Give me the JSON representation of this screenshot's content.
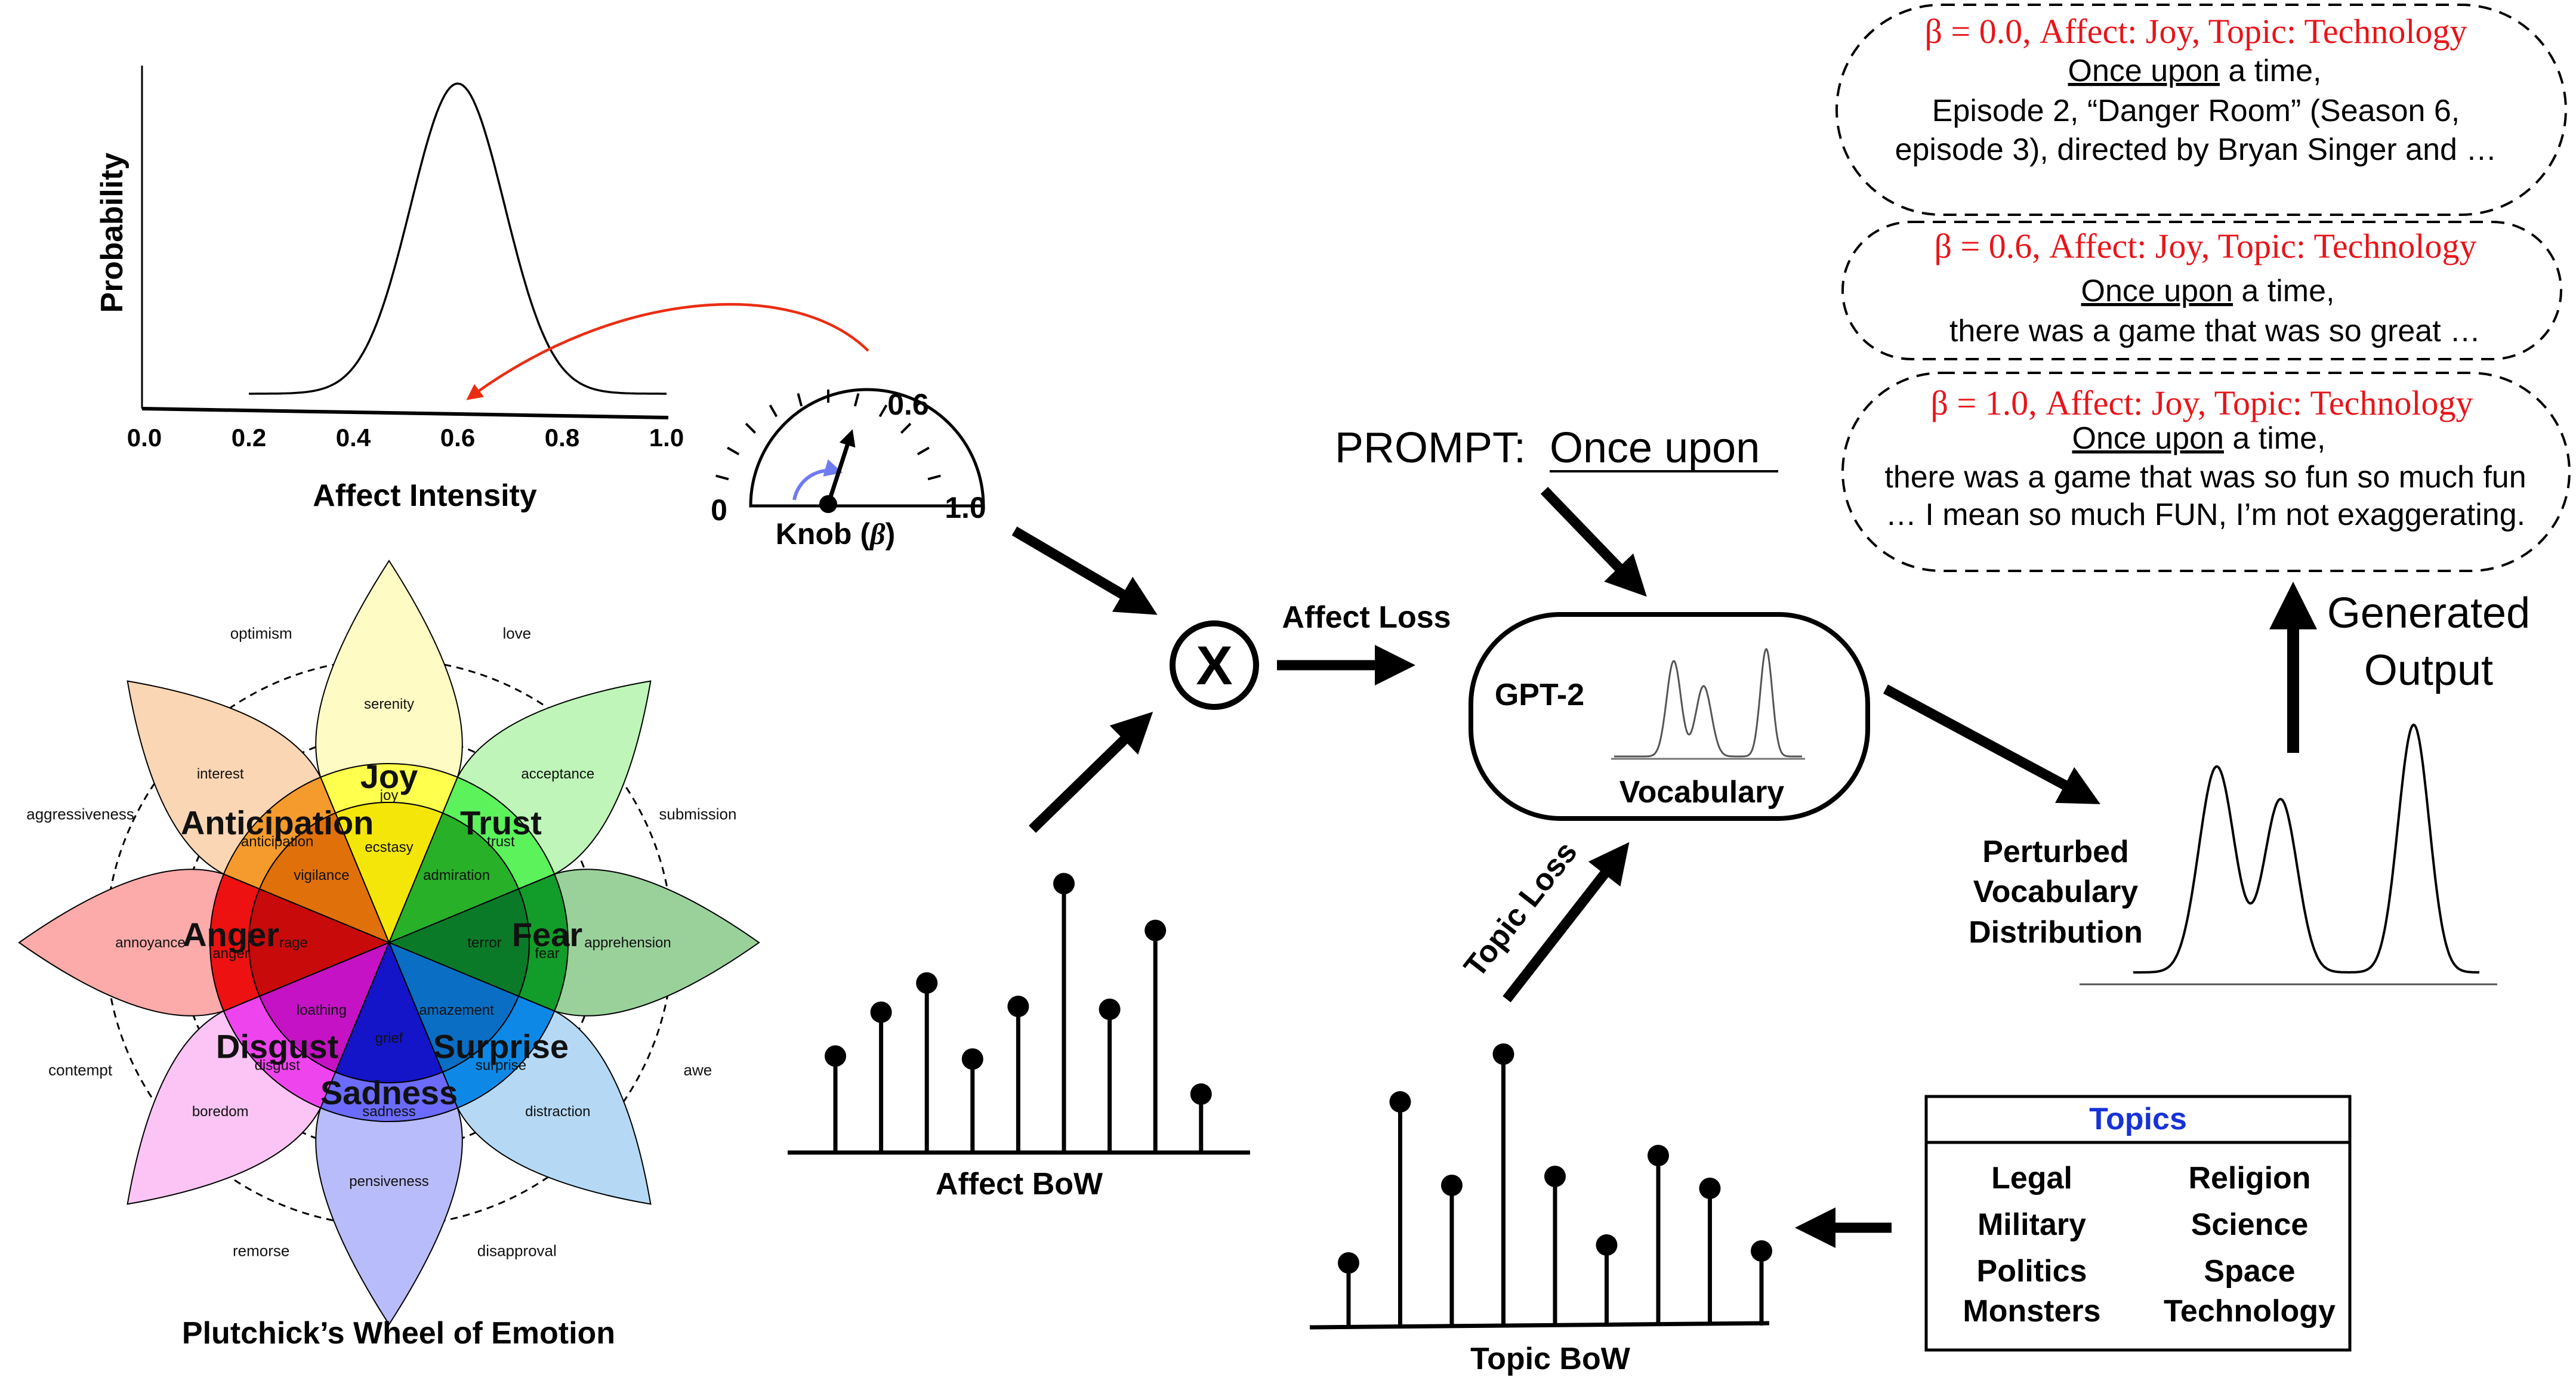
{
  "affect_curve": {
    "ylabel": "Probability",
    "xlabel": "Affect Intensity",
    "ticks": [
      "0.0",
      "0.2",
      "0.4",
      "0.6",
      "0.8",
      "1.0"
    ],
    "mean": 0.6,
    "sd": 0.09,
    "x_start": 0.2,
    "x_end": 1.0
  },
  "knob": {
    "label": "Knob (",
    "beta": "β",
    "close": ")",
    "min": "0",
    "max": "1.0",
    "value": "0.6",
    "level": 0.6
  },
  "wheel": {
    "caption": "Plutchick’s Wheel of Emotion",
    "primary": [
      "Joy",
      "Trust",
      "Fear",
      "Surprise",
      "Sadness",
      "Disgust",
      "Anger",
      "Anticipation"
    ],
    "intense": [
      "ecstasy",
      "admiration",
      "terror",
      "amazement",
      "grief",
      "loathing",
      "rage",
      "vigilance"
    ],
    "basic": [
      "joy",
      "trust",
      "fear",
      "surprise",
      "sadness",
      "disgust",
      "anger",
      "anticipation"
    ],
    "mild": [
      "serenity",
      "acceptance",
      "apprehension",
      "distraction",
      "pensiveness",
      "boredom",
      "annoyance",
      "interest"
    ],
    "dyads": [
      "love",
      "submission",
      "awe",
      "disapproval",
      "remorse",
      "contempt",
      "aggressiveness",
      "optimism"
    ],
    "colors": {
      "outer": [
        "#fffbc4",
        "#bff5b8",
        "#9ad19b",
        "#b5d9f5",
        "#b9bcfa",
        "#fbc4f4",
        "#fcaaaa",
        "#fbd6b4"
      ],
      "mid": [
        "#ffff4d",
        "#5cf25c",
        "#129c2a",
        "#0e88e6",
        "#6b6bff",
        "#ee44ee",
        "#ee1111",
        "#f59a2c"
      ],
      "inner": [
        "#f5e60a",
        "#28b028",
        "#0a7a28",
        "#0a6ec4",
        "#1414c8",
        "#c412c4",
        "#c80a0a",
        "#e0700a"
      ]
    }
  },
  "affect_bow": {
    "label": "Affect BoW",
    "values": [
      0.33,
      0.48,
      0.58,
      0.32,
      0.5,
      0.92,
      0.49,
      0.76,
      0.2
    ]
  },
  "multiply_symbol": "X",
  "affect_loss": "Affect Loss",
  "topic_loss": "Topic Loss",
  "prompt": {
    "label": "PROMPT:",
    "text": "Once upon"
  },
  "gpt": {
    "name": "GPT-2",
    "vocab": "Vocabulary"
  },
  "perturbed": [
    "Perturbed",
    "Vocabulary",
    "Distribution"
  ],
  "generated": [
    "Generated",
    "Output"
  ],
  "topic_bow": {
    "label": "Topic BoW",
    "values": [
      0.21,
      0.75,
      0.47,
      0.91,
      0.5,
      0.27,
      0.57,
      0.46,
      0.25
    ]
  },
  "topics": {
    "title": "Topics",
    "left": [
      "Legal",
      "Military",
      "Politics",
      "Monsters"
    ],
    "right": [
      "Religion",
      "Science",
      "Space",
      "Technology"
    ],
    "title_color": "#1732d6"
  },
  "outputs": [
    {
      "header": "β = 0.0, Affect: Joy, Topic: Technology",
      "prompt": "Once upon",
      "first_rest": " a time,",
      "lines": [
        "Episode 2, “Danger Room” (Season 6,",
        "episode 3), directed by Bryan Singer and …"
      ]
    },
    {
      "header": "β = 0.6, Affect: Joy, Topic: Technology",
      "prompt": "Once upon",
      "first_rest": " a time,",
      "lines": [
        "there was a game that was so great …"
      ]
    },
    {
      "header": "β = 1.0, Affect: Joy, Topic: Technology",
      "prompt": "Once upon",
      "first_rest": " a time,",
      "lines": [
        "there was a game that was so fun so much fun",
        "… I mean so much FUN, I’m not exaggerating."
      ]
    }
  ],
  "header_color": "#e8141a"
}
